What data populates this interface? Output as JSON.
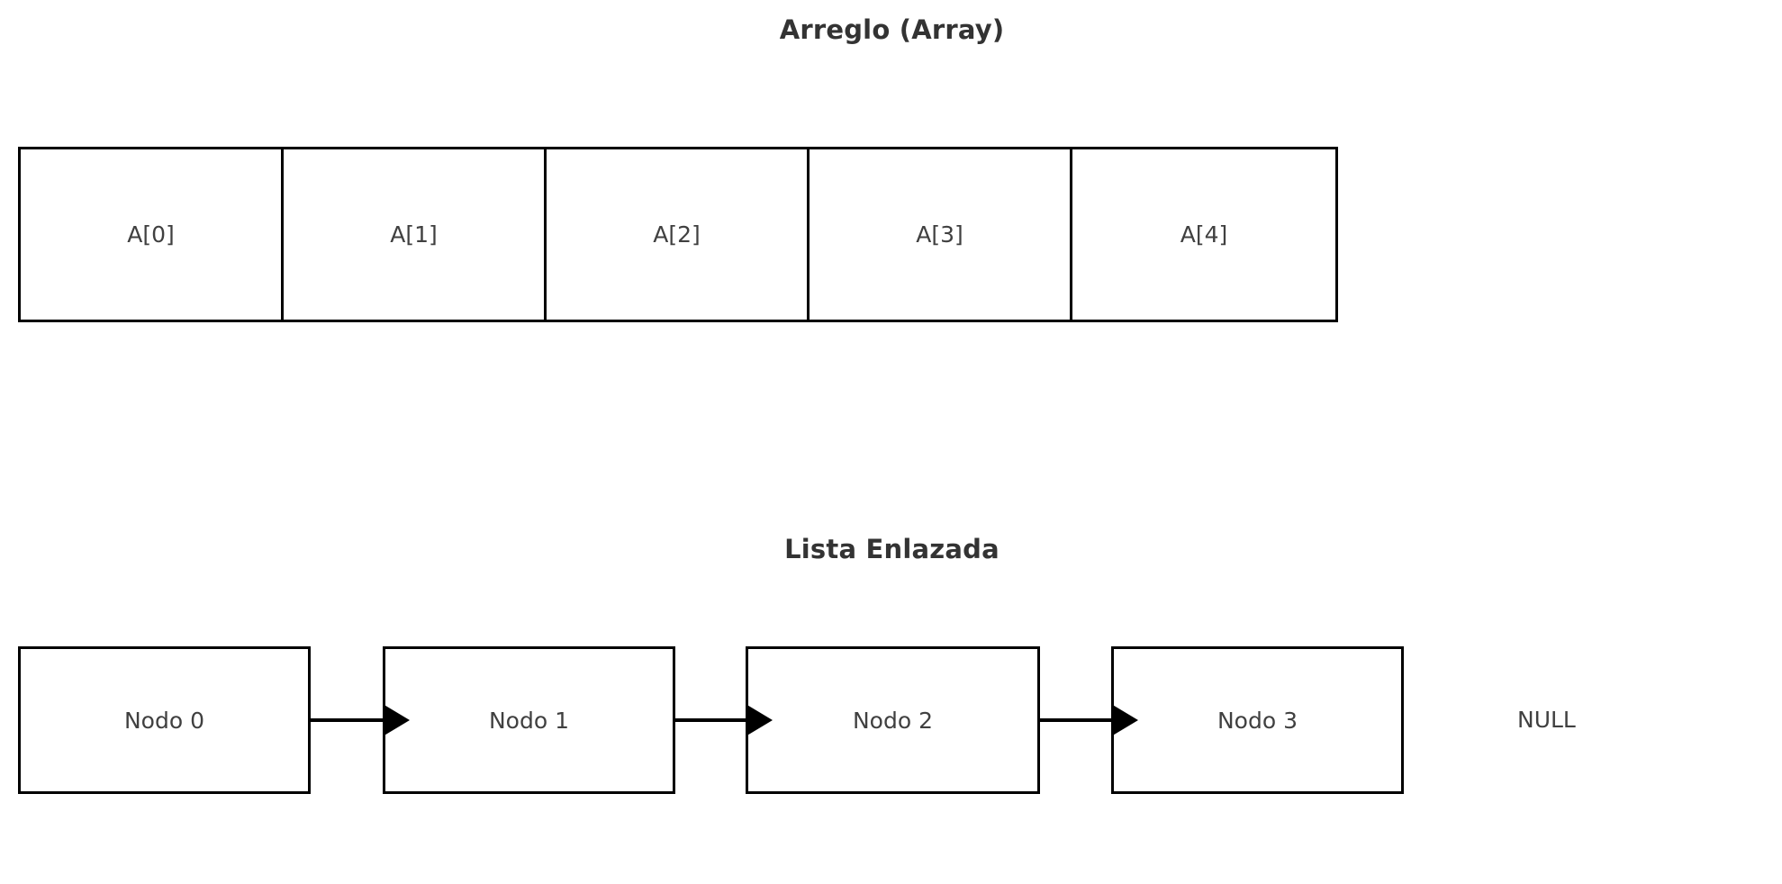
{
  "page": {
    "background_color": "#ffffff",
    "text_color": "#404040",
    "title_color": "#333333",
    "stroke_color": "#000000"
  },
  "array_section": {
    "title": "Arreglo (Array)",
    "cells": [
      {
        "label": "A[0]"
      },
      {
        "label": "A[1]"
      },
      {
        "label": "A[2]"
      },
      {
        "label": "A[3]"
      },
      {
        "label": "A[4]"
      }
    ]
  },
  "linked_list_section": {
    "title": "Lista Enlazada",
    "nodes": [
      {
        "label": "Nodo 0"
      },
      {
        "label": "Nodo 1"
      },
      {
        "label": "Nodo 2"
      },
      {
        "label": "Nodo 3"
      }
    ],
    "terminator": "NULL"
  },
  "chart_data": {
    "type": "diagram",
    "title": "Arreglo (Array) / Lista Enlazada",
    "panels": [
      {
        "name": "Arreglo (Array)",
        "kind": "contiguous-cells",
        "items": [
          "A[0]",
          "A[1]",
          "A[2]",
          "A[3]",
          "A[4]"
        ],
        "count": 5,
        "shared_borders": true
      },
      {
        "name": "Lista Enlazada",
        "kind": "linked-nodes",
        "items": [
          "Nodo 0",
          "Nodo 1",
          "Nodo 2",
          "Nodo 3"
        ],
        "count": 4,
        "links": [
          {
            "from": "Nodo 0",
            "to": "Nodo 1",
            "style": "arrow"
          },
          {
            "from": "Nodo 1",
            "to": "Nodo 2",
            "style": "arrow"
          },
          {
            "from": "Nodo 2",
            "to": "Nodo 3",
            "style": "arrow"
          },
          {
            "from": "Nodo 3",
            "to": "NULL",
            "style": "none"
          }
        ],
        "terminator": "NULL"
      }
    ]
  }
}
